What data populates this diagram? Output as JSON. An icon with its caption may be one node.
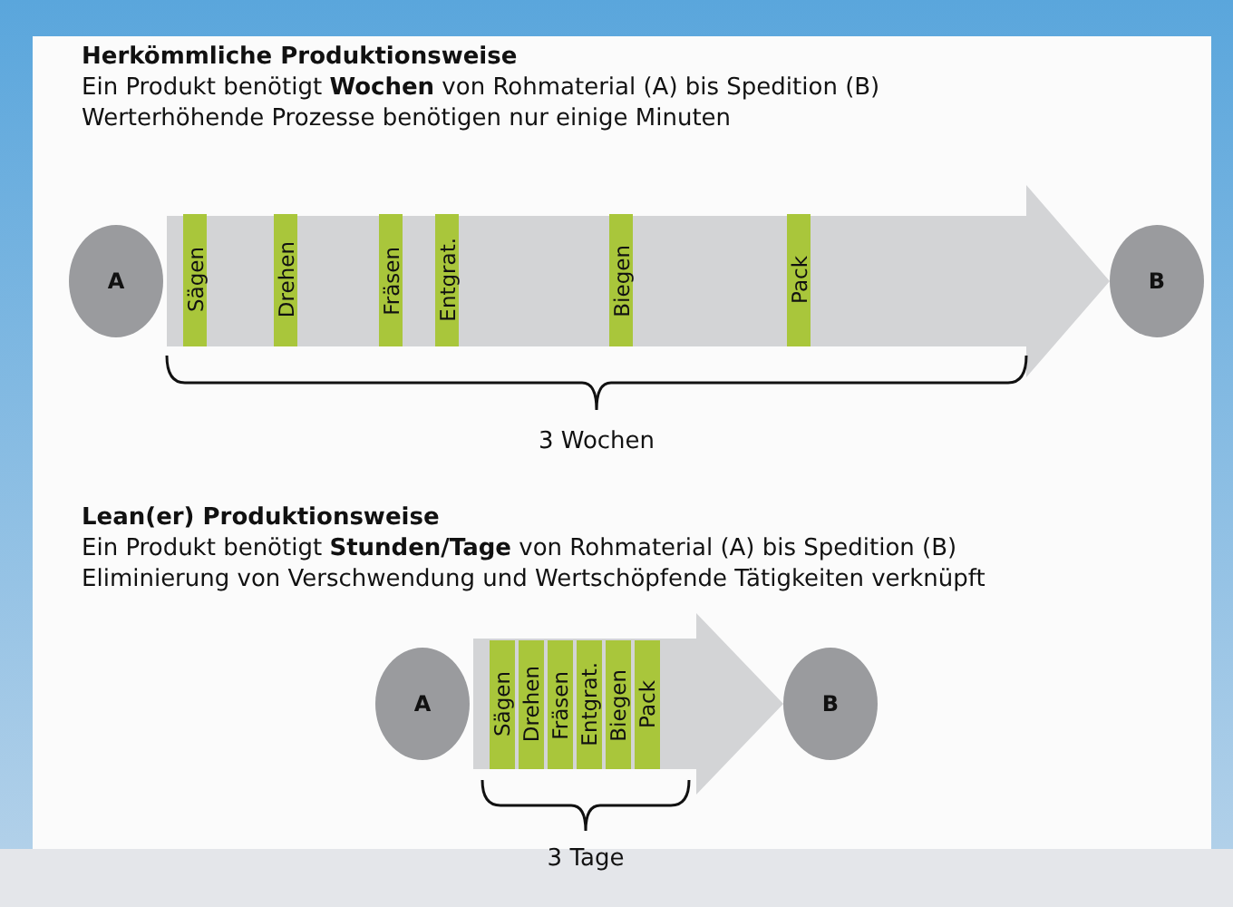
{
  "diagram": {
    "nodes": [
      {
        "text": [
          "A"
        ]
      },
      {
        "text": [
          "Sägen"
        ]
      },
      {
        "text": [
          "Drehen"
        ]
      },
      {
        "text": [
          "Fräsen"
        ]
      },
      {
        "text": [
          "Entgrat."
        ]
      },
      {
        "text": [
          "Biegen"
        ]
      },
      {
        "text": [
          "Pack"
        ]
      },
      {
        "text": [
          "B"
        ]
      },
      {
        "text": [
          "A"
        ]
      },
      {
        "text": [
          "Sägen"
        ]
      },
      {
        "text": [
          "Drehen"
        ]
      },
      {
        "text": [
          "Fräsen"
        ]
      },
      {
        "text": [
          "Entgrat."
        ]
      },
      {
        "text": [
          "Biegen"
        ]
      },
      {
        "text": [
          "Pack"
        ]
      },
      {
        "text": [
          "B"
        ]
      }
    ],
    "edges": [
      {
        "from": 0,
        "to": 7,
        "arrow": "to",
        "style": "thick"
      },
      {
        "from": 8,
        "to": 15,
        "arrow": "to",
        "style": "thick"
      }
    ],
    "labels": [
      "Herkömmliche Produktionsweise",
      "Ein Produkt benötigt **Wochen** von Rohmaterial (A) bis Spedition  (B)",
      "Werterhöhende Prozesse benötigen nur einige Minuten",
      "3 Wochen",
      "Lean(er) Produktionsweise",
      "Ein Produkt benötigt **Stunden/Tage** von Rohmaterial (A) bis Spedition  (B)",
      "Eliminierung von Verschwendung und Wertschöpfende Tätigkeiten verknüpft",
      "3 Tage"
    ]
  }
}
